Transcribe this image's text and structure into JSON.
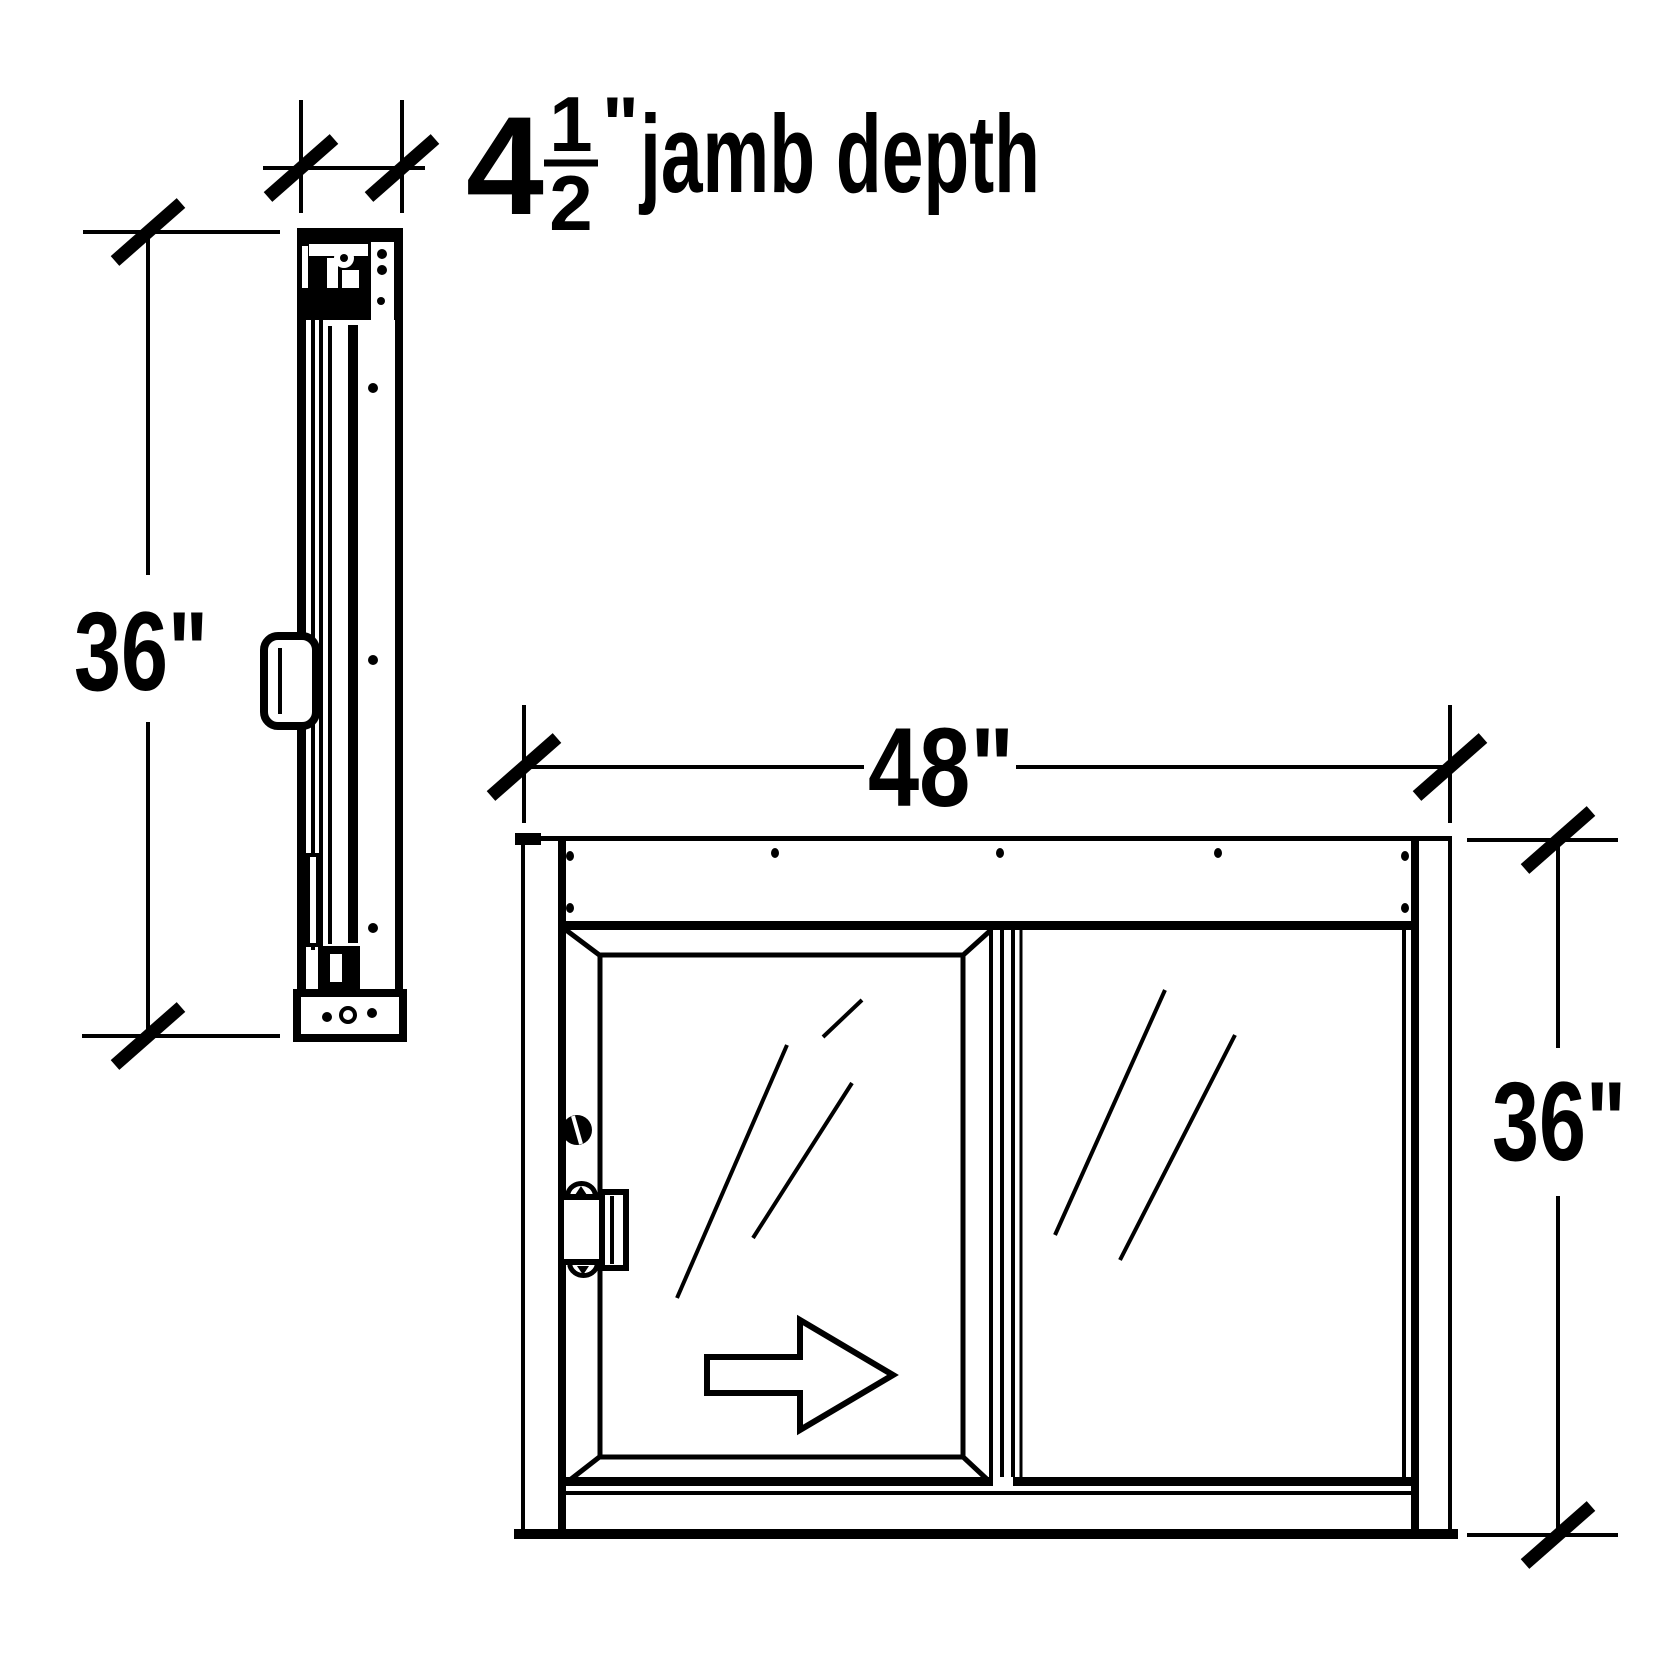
{
  "page": {
    "background": "#ffffff",
    "line_color": "#000000"
  },
  "labels": {
    "jamb_depth": {
      "whole": "4",
      "numerator": "1",
      "denominator": "2",
      "inch_mark": "\"",
      "text": "jamb depth"
    },
    "side_height": "36\"",
    "front_width": "48\"",
    "front_height": "36\""
  },
  "annotations": {
    "slide_direction_arrow": "right"
  }
}
